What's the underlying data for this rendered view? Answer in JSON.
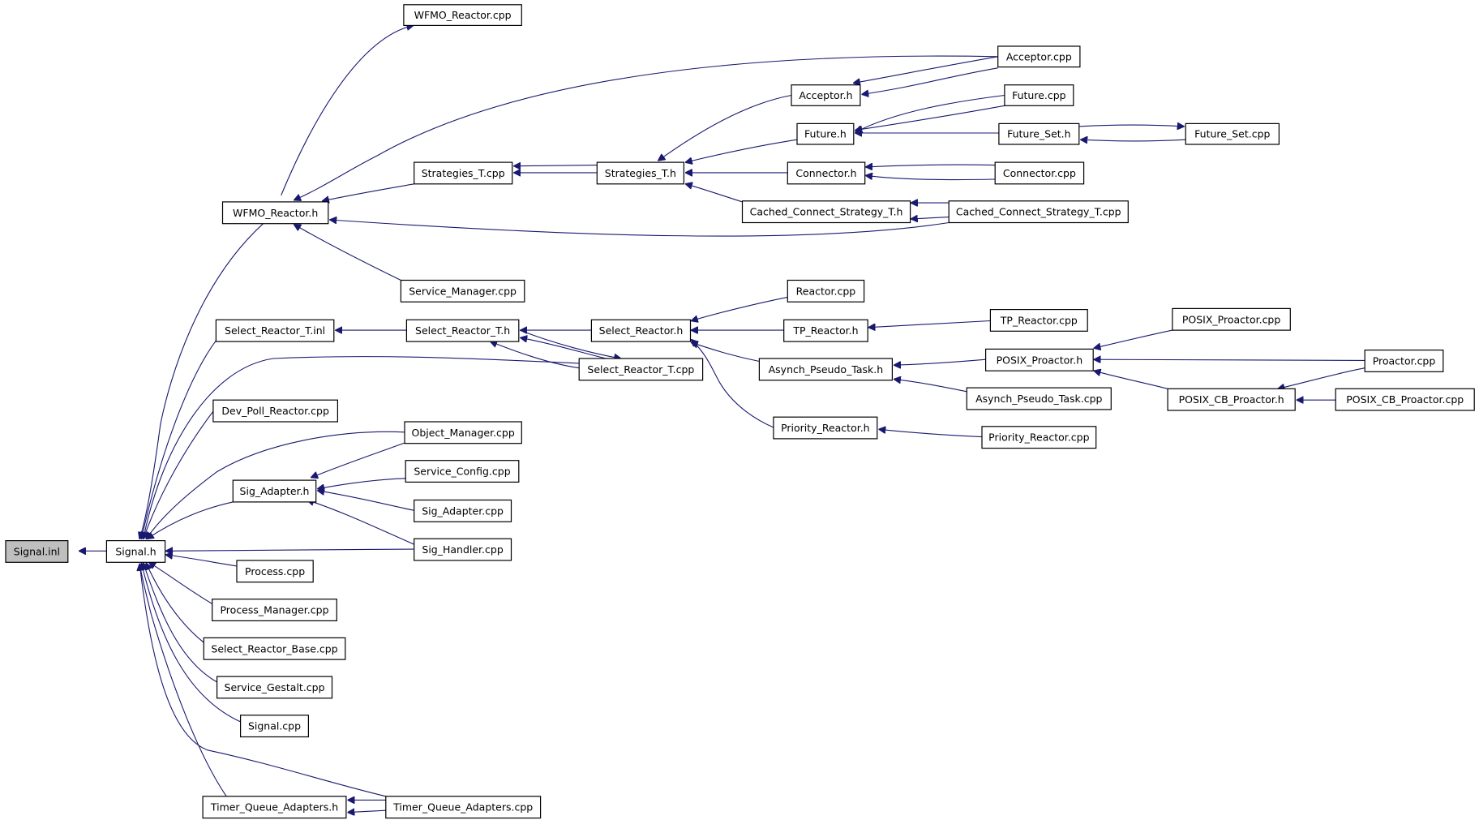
{
  "graph": {
    "colors": {
      "edge": "#191970",
      "node_fill": "#ffffff",
      "root_fill": "#bfbfbf",
      "border": "#000000"
    },
    "nodes": [
      {
        "id": "signal_inl",
        "label": "Signal.inl",
        "root": true
      },
      {
        "id": "signal_h",
        "label": "Signal.h"
      },
      {
        "id": "wfmo_reactor_cpp",
        "label": "WFMO_Reactor.cpp"
      },
      {
        "id": "wfmo_reactor_h",
        "label": "WFMO_Reactor.h"
      },
      {
        "id": "acceptor_cpp",
        "label": "Acceptor.cpp"
      },
      {
        "id": "acceptor_h",
        "label": "Acceptor.h"
      },
      {
        "id": "future_cpp",
        "label": "Future.cpp"
      },
      {
        "id": "future_h",
        "label": "Future.h"
      },
      {
        "id": "future_set_h",
        "label": "Future_Set.h"
      },
      {
        "id": "future_set_cpp",
        "label": "Future_Set.cpp"
      },
      {
        "id": "strategies_t_cpp",
        "label": "Strategies_T.cpp"
      },
      {
        "id": "strategies_t_h",
        "label": "Strategies_T.h"
      },
      {
        "id": "connector_h",
        "label": "Connector.h"
      },
      {
        "id": "connector_cpp",
        "label": "Connector.cpp"
      },
      {
        "id": "cached_connect_strategy_t_h",
        "label": "Cached_Connect_Strategy_T.h"
      },
      {
        "id": "cached_connect_strategy_t_cpp",
        "label": "Cached_Connect_Strategy_T.cpp"
      },
      {
        "id": "service_manager_cpp",
        "label": "Service_Manager.cpp"
      },
      {
        "id": "reactor_cpp",
        "label": "Reactor.cpp"
      },
      {
        "id": "select_reactor_t_inl",
        "label": "Select_Reactor_T.inl"
      },
      {
        "id": "select_reactor_t_h",
        "label": "Select_Reactor_T.h"
      },
      {
        "id": "select_reactor_h",
        "label": "Select_Reactor.h"
      },
      {
        "id": "tp_reactor_h",
        "label": "TP_Reactor.h"
      },
      {
        "id": "tp_reactor_cpp",
        "label": "TP_Reactor.cpp"
      },
      {
        "id": "posix_proactor_cpp",
        "label": "POSIX_Proactor.cpp"
      },
      {
        "id": "select_reactor_t_cpp",
        "label": "Select_Reactor_T.cpp"
      },
      {
        "id": "asynch_pseudo_task_h",
        "label": "Asynch_Pseudo_Task.h"
      },
      {
        "id": "posix_proactor_h",
        "label": "POSIX_Proactor.h"
      },
      {
        "id": "proactor_cpp",
        "label": "Proactor.cpp"
      },
      {
        "id": "asynch_pseudo_task_cpp",
        "label": "Asynch_Pseudo_Task.cpp"
      },
      {
        "id": "posix_cb_proactor_h",
        "label": "POSIX_CB_Proactor.h"
      },
      {
        "id": "posix_cb_proactor_cpp",
        "label": "POSIX_CB_Proactor.cpp"
      },
      {
        "id": "dev_poll_reactor_cpp",
        "label": "Dev_Poll_Reactor.cpp"
      },
      {
        "id": "priority_reactor_h",
        "label": "Priority_Reactor.h"
      },
      {
        "id": "priority_reactor_cpp",
        "label": "Priority_Reactor.cpp"
      },
      {
        "id": "object_manager_cpp",
        "label": "Object_Manager.cpp"
      },
      {
        "id": "service_config_cpp",
        "label": "Service_Config.cpp"
      },
      {
        "id": "sig_adapter_h",
        "label": "Sig_Adapter.h"
      },
      {
        "id": "sig_adapter_cpp",
        "label": "Sig_Adapter.cpp"
      },
      {
        "id": "sig_handler_cpp",
        "label": "Sig_Handler.cpp"
      },
      {
        "id": "process_cpp",
        "label": "Process.cpp"
      },
      {
        "id": "process_manager_cpp",
        "label": "Process_Manager.cpp"
      },
      {
        "id": "select_reactor_base_cpp",
        "label": "Select_Reactor_Base.cpp"
      },
      {
        "id": "service_gestalt_cpp",
        "label": "Service_Gestalt.cpp"
      },
      {
        "id": "signal_cpp",
        "label": "Signal.cpp"
      },
      {
        "id": "timer_queue_adapters_h",
        "label": "Timer_Queue_Adapters.h"
      },
      {
        "id": "timer_queue_adapters_cpp",
        "label": "Timer_Queue_Adapters.cpp"
      }
    ]
  }
}
